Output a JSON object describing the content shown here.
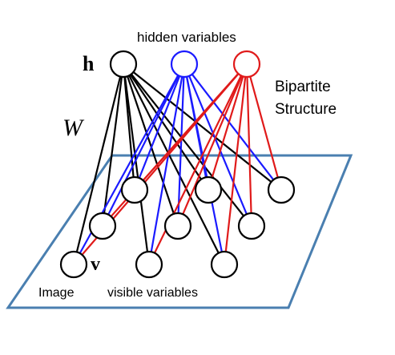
{
  "labels": {
    "hidden_variables": "hidden variables",
    "h": "h",
    "W": "W",
    "bipartite_line1": "Bipartite",
    "bipartite_line2": "Structure",
    "v": "v",
    "image": "Image",
    "visible_variables": "visible variables"
  },
  "colors": {
    "black": "#000000",
    "blue": "#1a1aff",
    "red": "#e01a1a",
    "plane_border": "#4a7fb0"
  },
  "hidden_units": [
    {
      "id": "h1",
      "color": "black"
    },
    {
      "id": "h2",
      "color": "blue"
    },
    {
      "id": "h3",
      "color": "red"
    }
  ],
  "visible_unit_count": 9,
  "connections": "each hidden unit connects to every visible unit"
}
